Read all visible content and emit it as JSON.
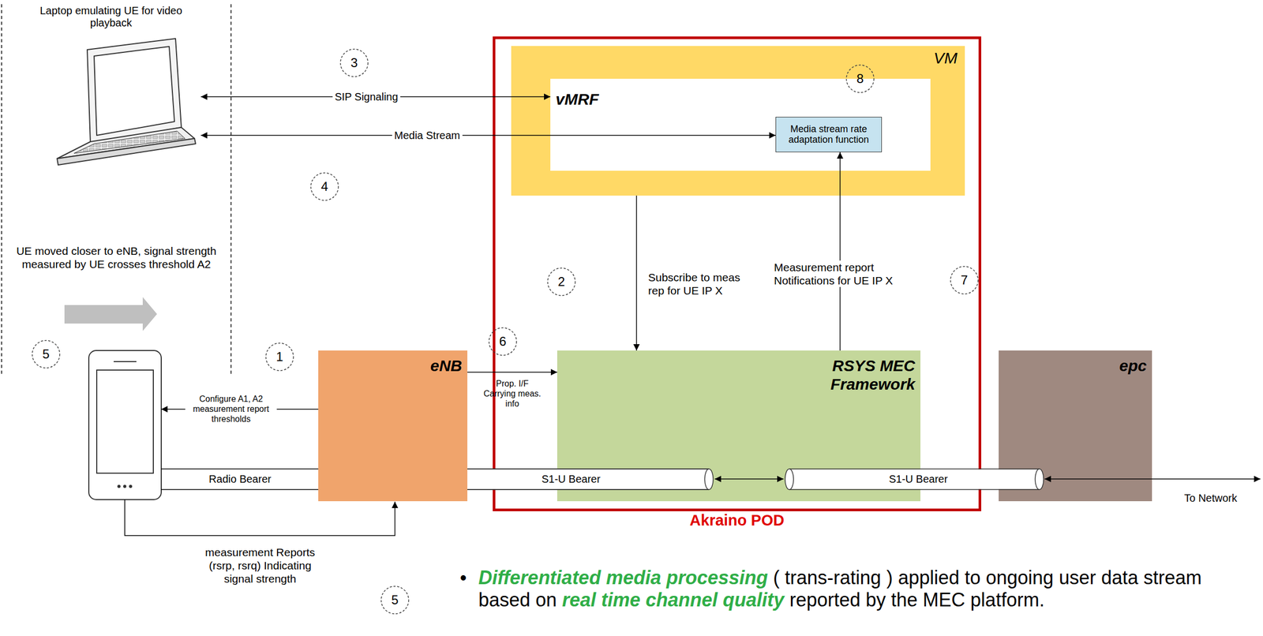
{
  "diagram": {
    "nodes": [
      {
        "text": [
          "Laptop emulating UE for video playback"
        ]
      },
      {
        "text": [
          "Akraino POD"
        ]
      },
      {
        "text": [
          "VM"
        ],
        "in": 1
      },
      {
        "text": [
          "vMRF"
        ],
        "in": 2
      },
      {
        "text": [
          "Media stream rate adaptation function"
        ],
        "in": 3
      },
      {
        "text": [
          "RSYS MEC Framework"
        ],
        "in": 1
      },
      {
        "text": [
          "eNB"
        ]
      },
      {
        "text": [
          "epc"
        ]
      }
    ],
    "edges": [
      {
        "from": 0,
        "to": 3,
        "label": "SIP Signaling",
        "arrow": "both"
      },
      {
        "from": 0,
        "to": 4,
        "label": "Media Stream",
        "arrow": "both"
      },
      {
        "from": 2,
        "to": 5,
        "label": "Subscribe to meas rep for UE IP X",
        "arrow": "to"
      },
      {
        "from": 5,
        "to": 4,
        "label": "Measurement report Notifications for UE IP X",
        "arrow": "to"
      },
      {
        "from": 6,
        "to": 5,
        "label": "Prop. I/F Carrying meas. info",
        "arrow": "to"
      }
    ],
    "labels": [
      "3",
      "8",
      "4",
      "2",
      "7",
      "6",
      "1",
      "5",
      "5",
      "UE moved closer to eNB, signal strength measured by UE crosses threshold A2",
      "Configure A1, A2 measurement report thresholds",
      "Radio Bearer",
      "S1-U Bearer",
      "S1-U Bearer",
      "To Network",
      "measurement Reports (rsrp, rsrq) Indicating signal strength",
      "•",
      "Differentiated media processing",
      "( trans-rating ) applied to ongoing user data stream based on",
      "real time channel quality",
      "reported by the MEC platform."
    ]
  }
}
